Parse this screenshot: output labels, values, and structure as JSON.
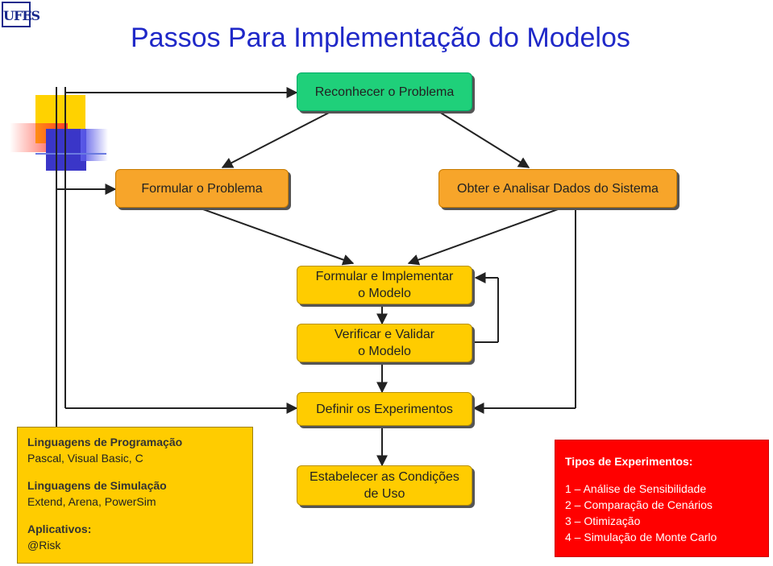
{
  "logo": {
    "text": "UFES"
  },
  "title": "Passos Para Implementação do Modelos",
  "nodes": {
    "reconhecer": "Reconhecer o Problema",
    "formular_problema": "Formular o Problema",
    "obter_dados": "Obter e Analisar Dados do Sistema",
    "formular_modelo": [
      "Formular e Implementar",
      "o Modelo"
    ],
    "verificar_modelo": [
      "Verificar e Validar",
      "o Modelo"
    ],
    "definir_experimentos": "Definir os Experimentos",
    "estabelecer": [
      "Estabelecer as Condições",
      "de Uso"
    ]
  },
  "left_panel": {
    "h1": "Linguagens de Programação",
    "t1": "Pascal, Visual Basic, C",
    "h2": "Linguagens de Simulação",
    "t2": "Extend, Arena, PowerSim",
    "h3": "Aplicativos:",
    "t3": "@Risk"
  },
  "right_panel": {
    "heading": "Tipos de Experimentos:",
    "items": [
      "1 – Análise de Sensibilidade",
      "2 – Comparação de Cenários",
      "3 – Otimização",
      "4 – Simulação de Monte Carlo"
    ]
  },
  "colors": {
    "title": "#1f28c8",
    "green": "#1fd07a",
    "orange": "#f7a52a",
    "yellow": "#ffcc00",
    "red": "#ff0000"
  }
}
